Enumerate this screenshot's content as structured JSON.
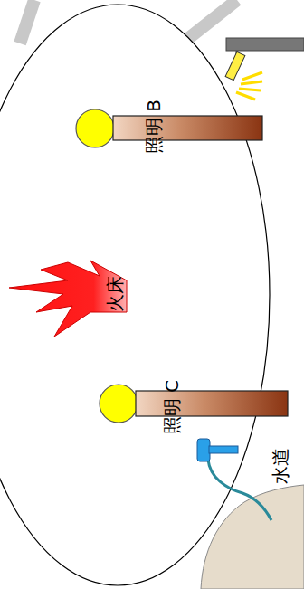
{
  "diagram": {
    "nodes": [
      {
        "text": [
          "照明 B"
        ]
      },
      {
        "text": [
          "火床"
        ]
      },
      {
        "text": [
          "照明 C"
        ]
      }
    ],
    "labels": [
      "水道"
    ]
  }
}
